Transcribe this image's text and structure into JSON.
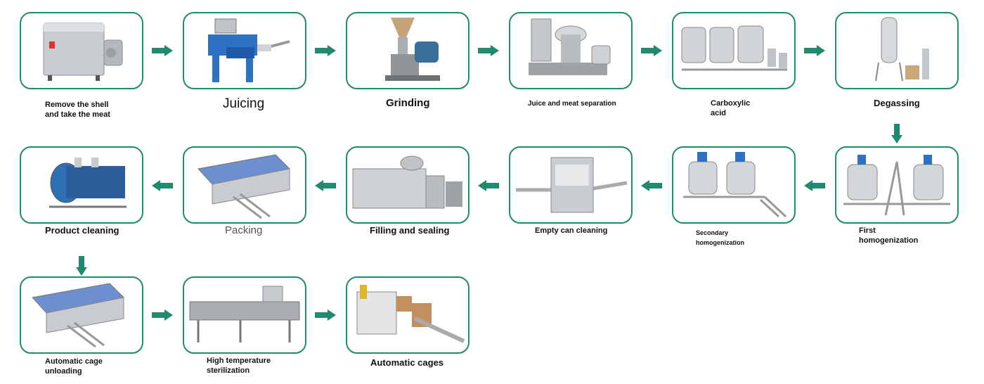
{
  "steps": [
    {
      "id": "remove-shell",
      "label": "Remove the shell\nand take the meat",
      "icon": "shell-removal-machine-icon"
    },
    {
      "id": "juicing",
      "label": "Juicing",
      "icon": "juicer-machine-icon"
    },
    {
      "id": "grinding",
      "label": "Grinding",
      "icon": "colloid-mill-icon"
    },
    {
      "id": "juice-meat-separation",
      "label": "Juice and meat separation",
      "icon": "centrifugal-separator-icon"
    },
    {
      "id": "carboxylic-acid",
      "label": "Carboxylic\nacid",
      "icon": "mixing-tanks-icon"
    },
    {
      "id": "degassing",
      "label": "Degassing",
      "icon": "vacuum-degasser-icon"
    },
    {
      "id": "first-homogenization",
      "label": "First\nhomogenization",
      "icon": "homogenizer-tanks-icon"
    },
    {
      "id": "secondary-homogenization",
      "label": "Secondary\nhomogenization",
      "icon": "homogenizer-tanks-platform-icon"
    },
    {
      "id": "empty-can-cleaning",
      "label": "Empty can cleaning",
      "icon": "can-washer-icon"
    },
    {
      "id": "filling-sealing",
      "label": "Filling and sealing",
      "icon": "filling-machine-icon"
    },
    {
      "id": "packing",
      "label": "Packing",
      "icon": "cage-loader-icon"
    },
    {
      "id": "product-cleaning",
      "label": "Product cleaning",
      "icon": "retort-sterilizer-icon"
    },
    {
      "id": "auto-cage-unloading",
      "label": "Automatic cage\nunloading",
      "icon": "cage-unloader-icon"
    },
    {
      "id": "high-temp-sterilization",
      "label": "High temperature\nsterilization",
      "icon": "tunnel-pasteurizer-icon"
    },
    {
      "id": "automatic-cages",
      "label": "Automatic cages",
      "icon": "carton-sealer-icon"
    }
  ],
  "colors": {
    "accent": "#1f8a6d",
    "frame": "#1f8a6d",
    "text": "#111111",
    "muted_text": "#555555"
  }
}
